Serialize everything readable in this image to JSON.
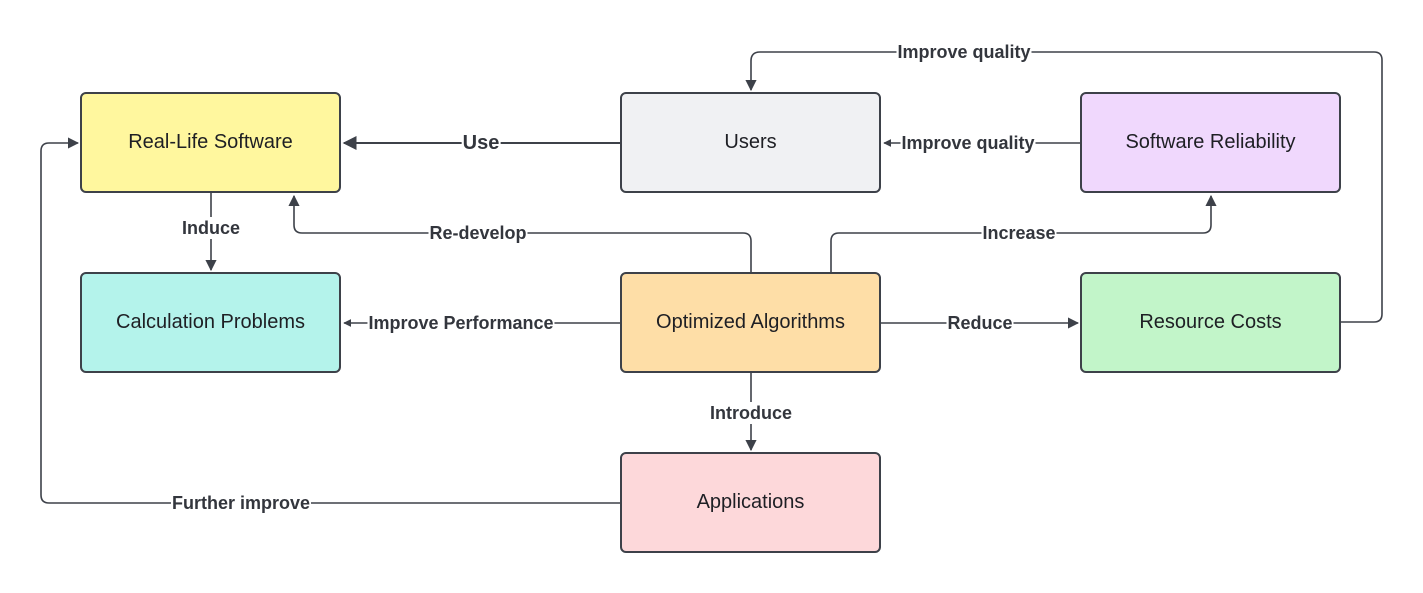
{
  "colors": {
    "line": "#3d4149",
    "real_life_software": "#fff79e",
    "users": "#f0f1f3",
    "software_reliability": "#f0d8fd",
    "calculation_problems": "#b4f3eb",
    "optimized_algorithms": "#fedea7",
    "resource_costs": "#c2f5c9",
    "applications": "#fdd8da"
  },
  "nodes": {
    "real_life_software": "Real-Life Software",
    "users": "Users",
    "software_reliability": "Software Reliability",
    "calculation_problems": "Calculation Problems",
    "optimized_algorithms": "Optimized Algorithms",
    "resource_costs": "Resource Costs",
    "applications": "Applications"
  },
  "edges": {
    "improve_quality_top": "Improve quality",
    "use": "Use",
    "improve_quality_mid": "Improve quality",
    "induce": "Induce",
    "re_develop": "Re-develop",
    "increase": "Increase",
    "improve_performance": "Improve Performance",
    "reduce": "Reduce",
    "introduce": "Introduce",
    "further_improve": "Further improve"
  }
}
